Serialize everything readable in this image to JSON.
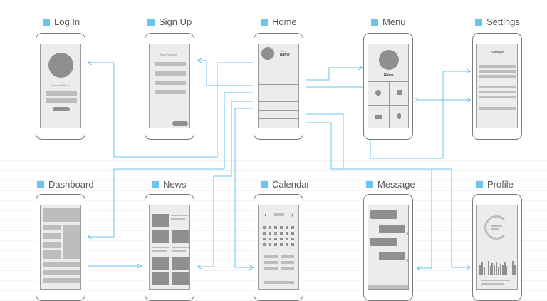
{
  "colors": {
    "accent": "#6cc3ec",
    "arrow": "#6cc3ec",
    "placeholder": "#bdbdbd"
  },
  "screens": {
    "login": {
      "title": "Log In",
      "welcome": "Welcome Back"
    },
    "signup": {
      "title": "Sign Up",
      "new_account": "New Account"
    },
    "home": {
      "title": "Home",
      "user_small": "Your",
      "user_name": "Name"
    },
    "menu": {
      "title": "Menu",
      "name": "Name"
    },
    "settings": {
      "title": "Settings",
      "heading": "Settings"
    },
    "dashboard": {
      "title": "Dashboard"
    },
    "news": {
      "title": "News"
    },
    "calendar": {
      "title": "Calendar"
    },
    "message": {
      "title": "Message"
    },
    "profile": {
      "title": "Profile"
    }
  }
}
